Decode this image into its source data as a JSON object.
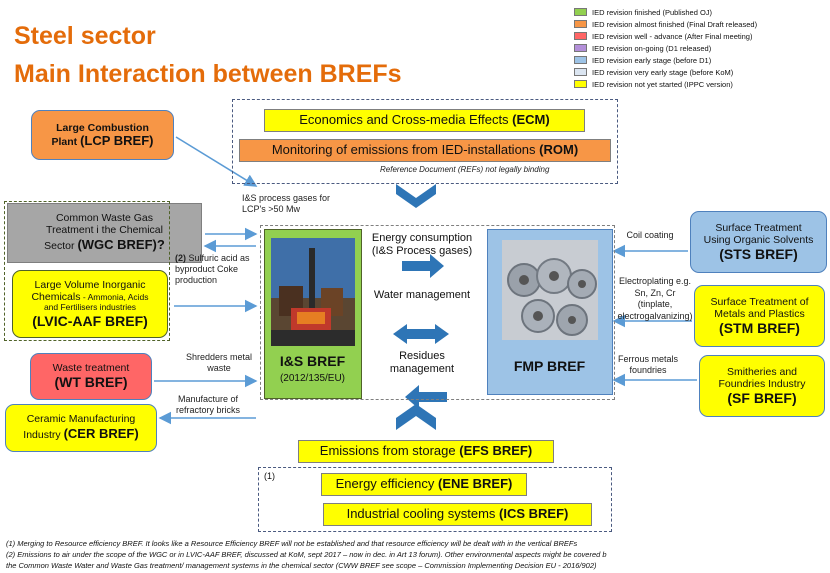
{
  "title_line1": "Steel sector",
  "title_line2": "Main Interaction between BREFs",
  "legend": [
    {
      "color": "#92d050",
      "label": "IED revision finished (Published OJ)"
    },
    {
      "color": "#f79646",
      "label": "IED revision almost finished (Final Draft released)"
    },
    {
      "color": "#ff6666",
      "label": "IED revision well - advance (After Final meeting)"
    },
    {
      "color": "#b38fd9",
      "label": "IED revision on-going (D1 released)"
    },
    {
      "color": "#9dc3e6",
      "label": "IED revision early stage (before D1)"
    },
    {
      "color": "#dbe5f1",
      "label": "IED revision very early stage (before KoM)"
    },
    {
      "color": "#ffff00",
      "label": "IED revision not yet started (IPPC version)"
    }
  ],
  "top_group": {
    "ecm_text": "Economics and Cross-media Effects ",
    "ecm_code": "(ECM)",
    "rom_text": "Monitoring of emissions from IED-installations ",
    "rom_code": "(ROM)",
    "note": "Reference Document (REFs) not legally binding"
  },
  "left": {
    "lcp_line1": "Large Combustion",
    "lcp_line2": "Plant ",
    "lcp_code": "(LCP BREF)",
    "wgc_line1": "Common Waste Gas",
    "wgc_line2": "Treatment i the Chemical",
    "wgc_line3": "Sector ",
    "wgc_code": "(WGC BREF)?",
    "lvic_line1": "Large Volume Inorganic",
    "lvic_line2a": "Chemicals",
    "lvic_line2b": " - Ammonia, Acids",
    "lvic_line3": "and Fertilisers industries",
    "lvic_code": "(LVIC-AAF BREF)",
    "wt_line1": "Waste treatment",
    "wt_code": "(WT BREF)",
    "cer_line1": "Ceramic Manufacturing",
    "cer_line2": "Industry ",
    "cer_code": "(CER BREF)"
  },
  "left_labels": {
    "lcp_flow": "I&S process gases for LCP's >50 Mw",
    "wgc_note_num": "(2)",
    "wgc_flow": " Sulfuric acid as byproduct Coke production",
    "wt_flow": "Shredders metal waste",
    "cer_flow": "Manufacture of refractory bricks"
  },
  "center": {
    "is_title": "I&S BREF",
    "is_sub": "(2012/135/EU)",
    "energy": "Energy consumption (I&S Process gases)",
    "water": "Water management",
    "residues": "Residues management",
    "fmp_title": "FMP BREF"
  },
  "right": {
    "sts_line1": "Surface Treatment",
    "sts_line2": "Using Organic Solvents",
    "sts_code": "(STS BREF)",
    "stm_line1": "Surface Treatment of",
    "stm_line2": "Metals and Plastics",
    "stm_code": "(STM BREF)",
    "sf_line1": "Smitheries and",
    "sf_line2": "Foundries Industry",
    "sf_code": "(SF BREF)"
  },
  "right_labels": {
    "coil": "Coil coating",
    "electro": "Electroplating e.g. Sn, Zn, Cr (tinplate, electrogalvanizing)",
    "ferrous": "Ferrous metals foundries"
  },
  "bottom": {
    "efs_text": "Emissions from storage ",
    "efs_code": "(EFS BREF)",
    "note_num": "(1)",
    "ene_text": "Energy efficiency ",
    "ene_code": "(ENE BREF)",
    "ics_text": "Industrial cooling systems ",
    "ics_code": "(ICS BREF)"
  },
  "footnotes": {
    "f1": "(1) Merging to Resource efficiency BREF. It looks like a Resource Efficiency BREF will not be established and that resource efficiency will be dealt with in the vertical BREFs",
    "f2": "(2) Emissions to air under the scope of the WGC or in LVIC-AAF BREF, discussed at KoM, sept 2017 – now in dec. in Art 13 forum). Other environmental aspects might be covered b",
    "f3": "the Common Waste Water and Waste Gas treatment/ management systems in the chemical sector (CWW BREF see scope – Commission Implementing Decision EU - 2016/902)"
  }
}
